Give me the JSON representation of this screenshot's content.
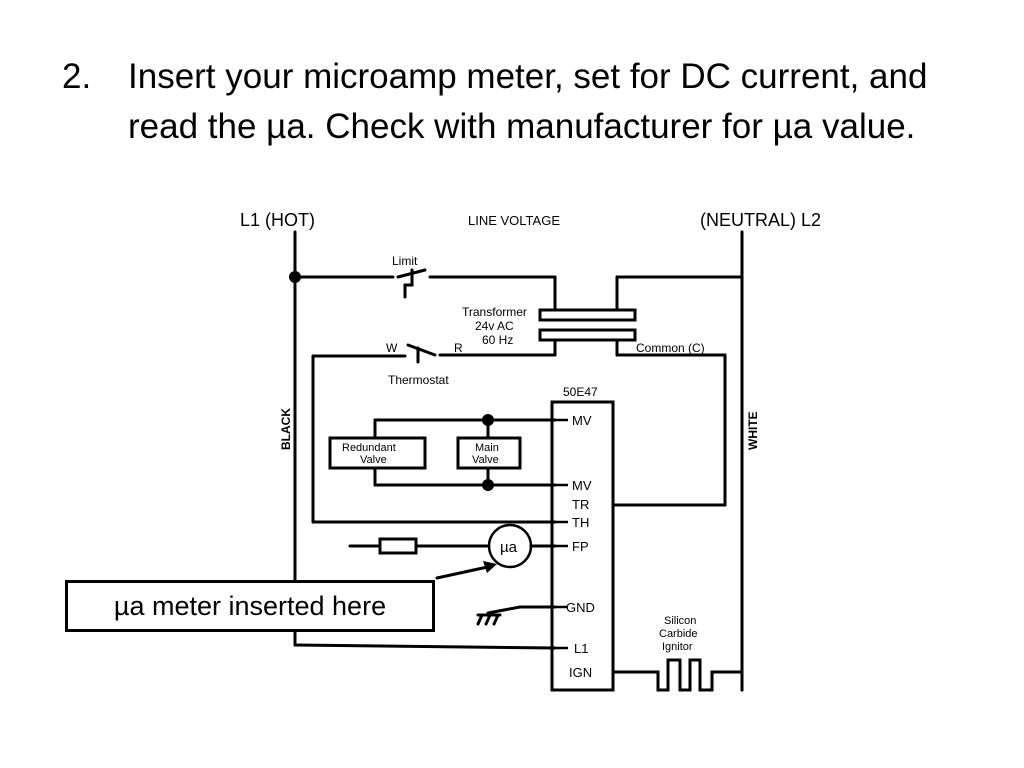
{
  "instruction": {
    "number": "2.",
    "text": "Insert your microamp meter, set for DC current, and read the µa.  Check with manufacturer for µa value."
  },
  "diagram": {
    "l1_label": "L1 (HOT)",
    "l2_label": "(NEUTRAL) L2",
    "line_voltage": "LINE VOLTAGE",
    "limit": "Limit",
    "transformer_lines": [
      "Transformer",
      "24v AC",
      "60 Hz"
    ],
    "thermostat": "Thermostat",
    "thermo_w": "W",
    "thermo_r": "R",
    "common": "Common (C)",
    "module_name": "50E47",
    "black": "BLACK",
    "white": "WHITE",
    "redundant_valve": [
      "Redundant",
      "Valve"
    ],
    "main_valve": [
      "Main",
      "Valve"
    ],
    "terminals": [
      "MV",
      "MV",
      "TR",
      "TH",
      "FP",
      "GND",
      "L1",
      "IGN"
    ],
    "ignitor": [
      "Silicon",
      "Carbide",
      "Ignitor"
    ],
    "meter_symbol": "µa"
  },
  "callout": {
    "text": "µa meter inserted here"
  }
}
